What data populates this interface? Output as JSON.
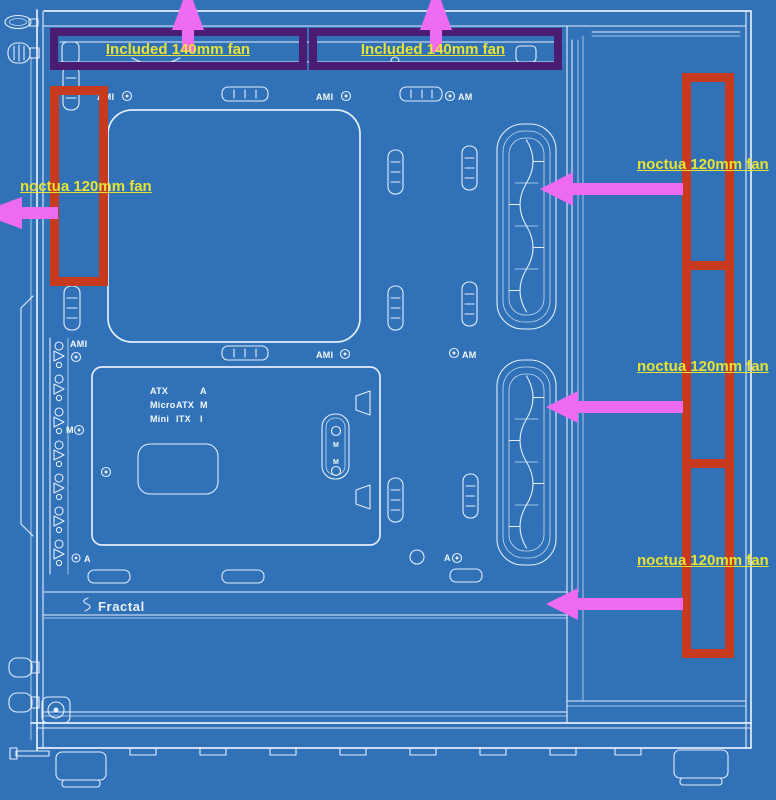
{
  "diagram": {
    "title": "Fractal case side view with fan placement annotations",
    "colors": {
      "background": "#3071b7",
      "lineart": "#e4eefb",
      "included_fan_box": "#4a1c72",
      "noctua_fan_box": "#c83a1d",
      "arrow": "#ee6bf1",
      "label_text": "#e8e332"
    },
    "annotations": {
      "top_fan_1": {
        "label": "Included 140mm fan"
      },
      "top_fan_2": {
        "label": "Included 140mm fan"
      },
      "rear_fan": {
        "label": "noctua 120mm fan"
      },
      "front_fan_1": {
        "label": "noctua 120mm fan"
      },
      "front_fan_2": {
        "label": "noctua 120mm fan"
      },
      "front_fan_3": {
        "label": "noctua 120mm fan"
      }
    },
    "case": {
      "brand": "Fractal",
      "marks": {
        "ami": "AMI",
        "am": "AM",
        "m": "M",
        "a": "A"
      },
      "mobo_legend": {
        "rows": [
          {
            "c1": "ATX",
            "c2": "",
            "c3": "A"
          },
          {
            "c1": "Micro",
            "c2": "ATX",
            "c3": "M"
          },
          {
            "c1": "Mini",
            "c2": "ITX",
            "c3": "I"
          }
        ]
      }
    }
  }
}
